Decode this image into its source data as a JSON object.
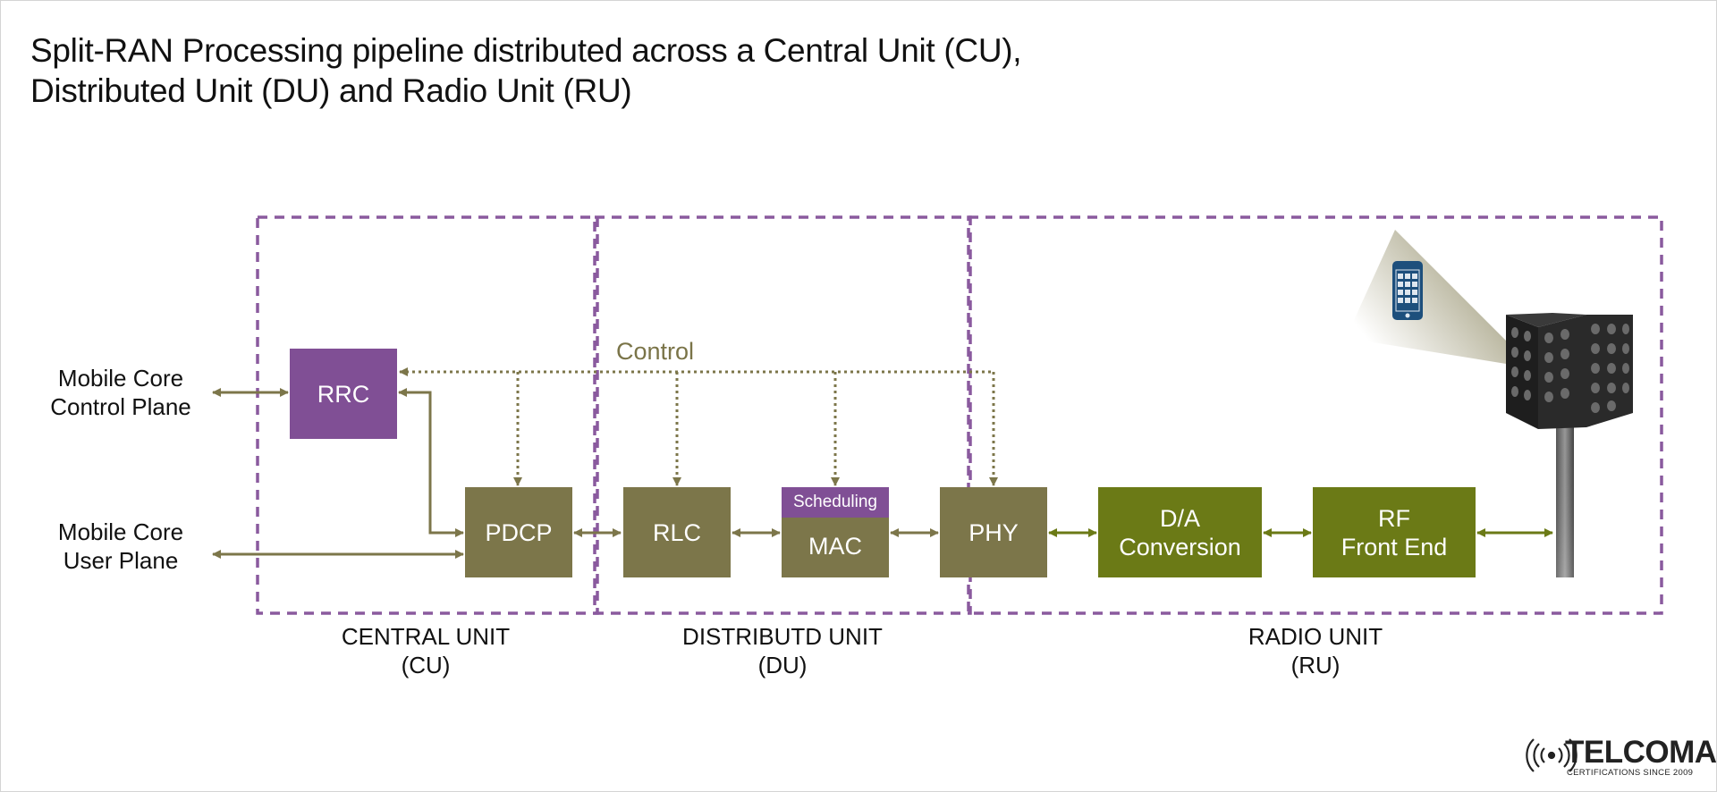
{
  "title": {
    "line1": "Split-RAN Processing pipeline distributed across a Central Unit (CU),",
    "line2": "Distributed Unit (DU) and Radio Unit (RU)"
  },
  "inputs": {
    "control_plane": {
      "line1": "Mobile Core",
      "line2": "Control Plane"
    },
    "user_plane": {
      "line1": "Mobile Core",
      "line2": "User Plane"
    }
  },
  "control_label": "Control",
  "blocks": {
    "rrc": "RRC",
    "pdcp": "PDCP",
    "rlc": "RLC",
    "scheduling": "Scheduling",
    "mac": "MAC",
    "phy": "PHY",
    "da": {
      "line1": "D/A",
      "line2": "Conversion"
    },
    "rf": {
      "line1": "RF",
      "line2": "Front End"
    }
  },
  "units": {
    "cu": {
      "line1": "CENTRAL UNIT",
      "line2": "(CU)"
    },
    "du": {
      "line1": "DISTRIBUTD UNIT",
      "line2": "(DU)"
    },
    "ru": {
      "line1": "RADIO UNIT",
      "line2": "(RU)"
    }
  },
  "logo": {
    "name": "TELCOMA",
    "tagline": "CERTIFICATIONS SINCE 2009"
  },
  "icons": [
    "smartphone-icon",
    "antenna-tower-icon",
    "signal-waves-icon"
  ],
  "colors": {
    "olive": "#7c764a",
    "green": "#6b7a16",
    "purple": "#804f95",
    "dashed_border": "#8a5a9e",
    "phone": "#1d4f7c"
  }
}
